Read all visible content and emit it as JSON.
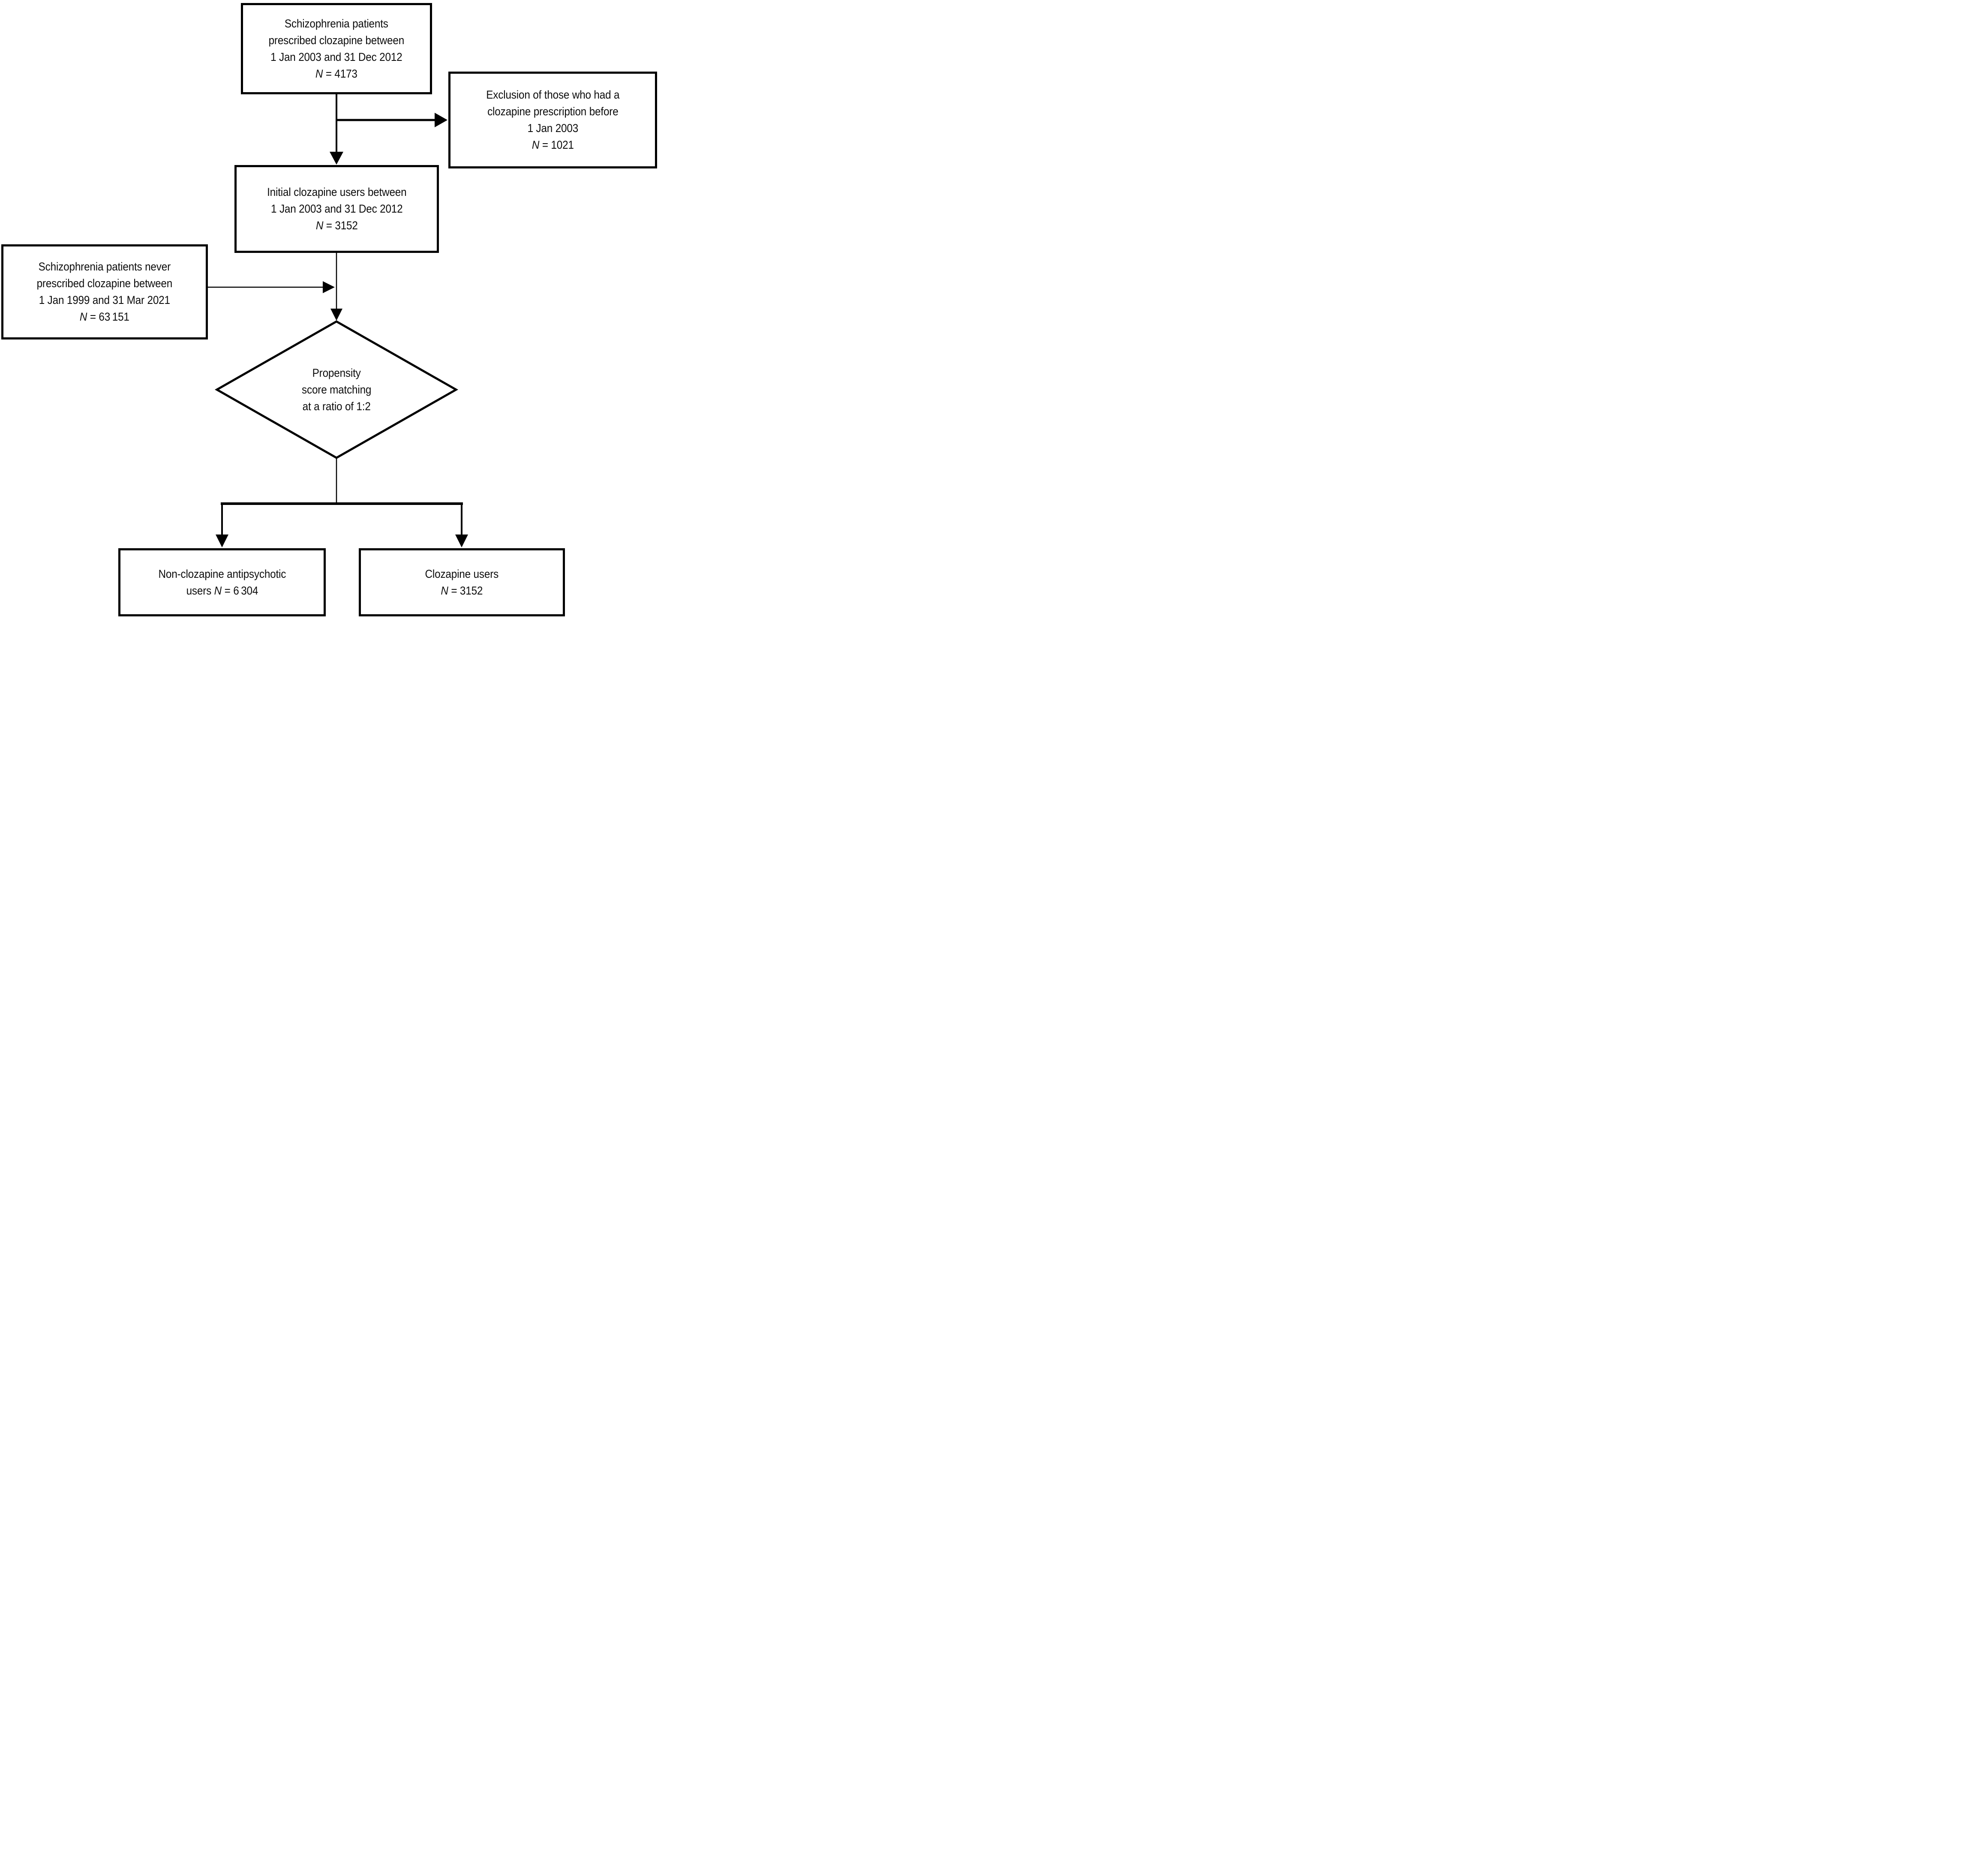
{
  "diagram": {
    "colors": {
      "background": "#ffffff",
      "line": "#000000",
      "text": "#0d0d0d"
    },
    "nodes": {
      "top": {
        "lines": [
          "Schizophrenia patients",
          "prescribed clozapine between",
          "1 Jan 2003 and 31 Dec 2012"
        ],
        "nline": {
          "pre": "",
          "symbol": "N",
          "rest": " = 4173"
        }
      },
      "exclusion": {
        "lines": [
          "Exclusion of those who had a",
          "clozapine prescription before",
          "1 Jan 2003"
        ],
        "nline": {
          "pre": "",
          "symbol": "N",
          "rest": " = 1021"
        }
      },
      "initial": {
        "lines": [
          "Initial clozapine users between",
          "1 Jan 2003 and 31 Dec 2012"
        ],
        "nline": {
          "pre": "",
          "symbol": "N",
          "rest": " = 3152"
        }
      },
      "never": {
        "lines": [
          "Schizophrenia patients never",
          "prescribed clozapine between",
          "1 Jan 1999 and 31 Mar 2021"
        ],
        "nline": {
          "pre": "",
          "symbol": "N",
          "rest": " = 63 151"
        }
      },
      "matching": {
        "lines": [
          "Propensity",
          "score matching",
          "at a ratio of 1:2"
        ]
      },
      "non_clozapine": {
        "lines": [
          "Non-clozapine antipsychotic"
        ],
        "nline": {
          "pre": "users ",
          "symbol": "N",
          "rest": " = 6 304"
        }
      },
      "clozapine": {
        "lines": [
          "Clozapine users"
        ],
        "nline": {
          "pre": "",
          "symbol": "N",
          "rest": " = 3152"
        }
      }
    }
  }
}
